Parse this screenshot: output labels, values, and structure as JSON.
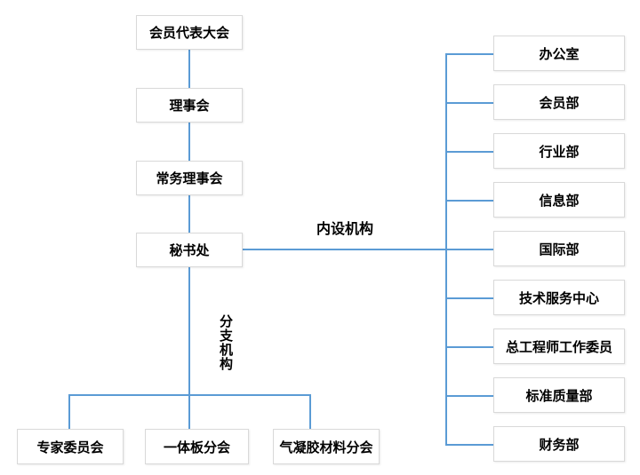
{
  "diagram": {
    "type": "org-chart",
    "colors": {
      "connector_line": "#5b9bd5",
      "node_border": "#d9d9d9",
      "node_fill": "#ffffff",
      "text": "#000000"
    },
    "main_chain": [
      {
        "label": "会员代表大会"
      },
      {
        "label": "理事会"
      },
      {
        "label": "常务理事会"
      },
      {
        "label": "秘书处"
      }
    ],
    "internal_group": {
      "label": "内设机构",
      "departments": [
        {
          "label": "办公室"
        },
        {
          "label": "会员部"
        },
        {
          "label": "行业部"
        },
        {
          "label": "信息部"
        },
        {
          "label": "国际部"
        },
        {
          "label": "技术服务中心"
        },
        {
          "label": "总工程师工作委员"
        },
        {
          "label": "标准质量部"
        },
        {
          "label": "财务部"
        }
      ]
    },
    "branch_group": {
      "label": "分支机构",
      "branches": [
        {
          "label": "专家委员会"
        },
        {
          "label": "一体板分会"
        },
        {
          "label": "气凝胶材料分会"
        }
      ]
    }
  }
}
